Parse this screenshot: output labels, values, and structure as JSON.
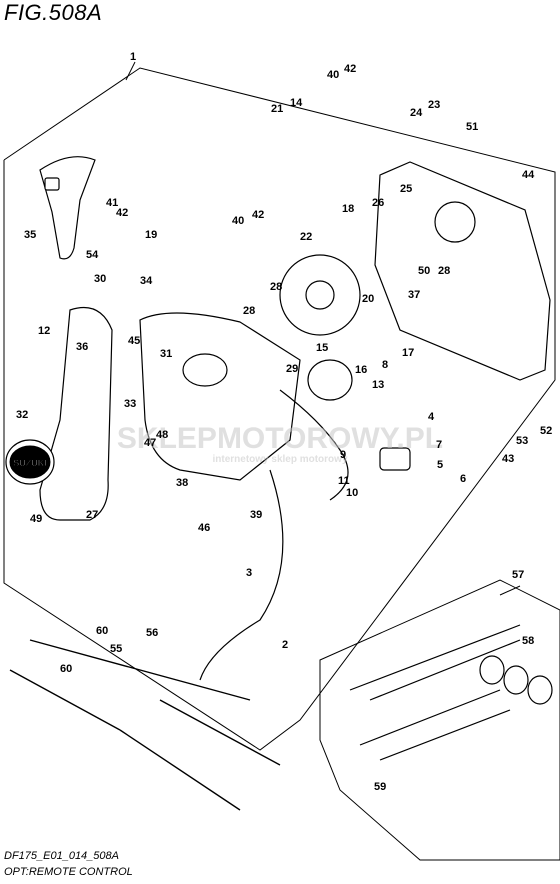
{
  "header": {
    "figure_title": "FIG.508A"
  },
  "footer": {
    "code": "DF175_E01_014_508A",
    "caption": "OPT:REMOTE CONTROL"
  },
  "watermark": {
    "brand": "SKLEPMOTOROWY.PL",
    "tagline": "internetowy sklep motorowy"
  },
  "callouts": [
    "1",
    "2",
    "3",
    "4",
    "5",
    "6",
    "7",
    "8",
    "9",
    "10",
    "11",
    "12",
    "13",
    "14",
    "15",
    "16",
    "17",
    "18",
    "19",
    "20",
    "21",
    "22",
    "23",
    "24",
    "25",
    "26",
    "27",
    "28",
    "28",
    "28",
    "29",
    "30",
    "31",
    "32",
    "33",
    "34",
    "35",
    "36",
    "37",
    "38",
    "39",
    "40",
    "40",
    "41",
    "42",
    "42",
    "42",
    "43",
    "44",
    "45",
    "46",
    "47",
    "48",
    "49",
    "50",
    "51",
    "52",
    "53",
    "54",
    "55",
    "56",
    "57",
    "58",
    "59",
    "60",
    "60"
  ],
  "colors": {
    "line": "#000000",
    "watermark": "#c7c7c7",
    "watermark_accent": "#e59a9a"
  }
}
